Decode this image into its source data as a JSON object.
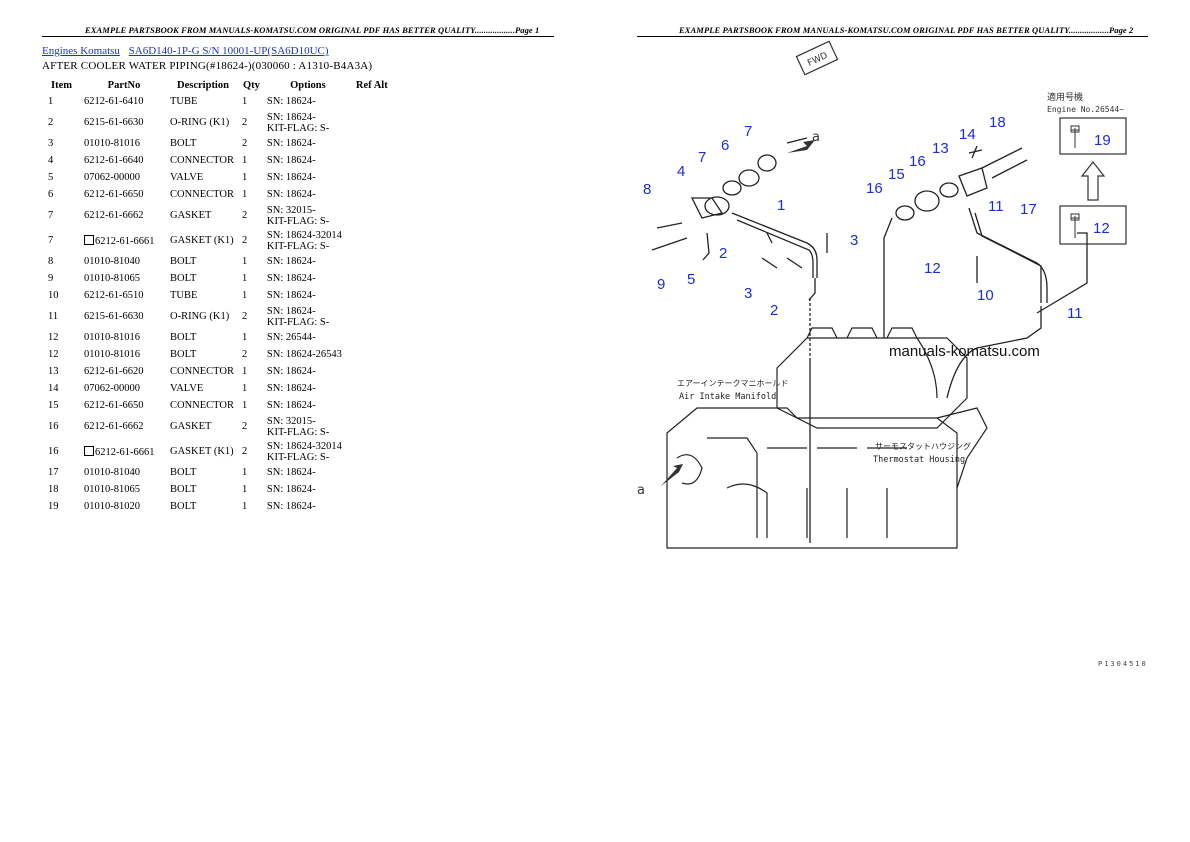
{
  "header": {
    "left": "EXAMPLE PARTSBOOK FROM MANUALS-KOMATSU.COM ORIGINAL PDF HAS BETTER QUALITY..................Page 1",
    "right": "EXAMPLE PARTSBOOK FROM MANUALS-KOMATSU.COM ORIGINAL PDF HAS BETTER QUALITY..................Page 2"
  },
  "breadcrumb": {
    "link1": "Engines Komatsu",
    "link2": "SA6D140-1P-G S/N 10001-UP(SA6D10UC)"
  },
  "subtitle": "AFTER COOLER WATER PIPING(#18624-)(030060 : A1310-B4A3A)",
  "table": {
    "columns": [
      "Item",
      "PartNo",
      "Description",
      "Qty",
      "Options",
      "Ref Alt"
    ],
    "rows": [
      {
        "item": "1",
        "part": "6212-61-6410",
        "desc": "TUBE",
        "qty": "1",
        "opt1": "SN: 18624-",
        "opt2": "",
        "boxed": false
      },
      {
        "item": "2",
        "part": "6215-61-6630",
        "desc": "O-RING (K1)",
        "qty": "2",
        "opt1": "SN: 18624-",
        "opt2": "KIT-FLAG: S-",
        "boxed": false
      },
      {
        "item": "3",
        "part": "01010-81016",
        "desc": "BOLT",
        "qty": "2",
        "opt1": "SN: 18624-",
        "opt2": "",
        "boxed": false
      },
      {
        "item": "4",
        "part": "6212-61-6640",
        "desc": "CONNECTOR",
        "qty": "1",
        "opt1": "SN: 18624-",
        "opt2": "",
        "boxed": false
      },
      {
        "item": "5",
        "part": "07062-00000",
        "desc": "VALVE",
        "qty": "1",
        "opt1": "SN: 18624-",
        "opt2": "",
        "boxed": false
      },
      {
        "item": "6",
        "part": "6212-61-6650",
        "desc": "CONNECTOR",
        "qty": "1",
        "opt1": "SN: 18624-",
        "opt2": "",
        "boxed": false
      },
      {
        "item": "7",
        "part": "6212-61-6662",
        "desc": "GASKET",
        "qty": "2",
        "opt1": "SN: 32015-",
        "opt2": "KIT-FLAG: S-",
        "boxed": false
      },
      {
        "item": "7",
        "part": "6212-61-6661",
        "desc": "GASKET (K1)",
        "qty": "2",
        "opt1": "SN: 18624-32014",
        "opt2": "KIT-FLAG: S-",
        "boxed": true
      },
      {
        "item": "8",
        "part": "01010-81040",
        "desc": "BOLT",
        "qty": "1",
        "opt1": "SN: 18624-",
        "opt2": "",
        "boxed": false
      },
      {
        "item": "9",
        "part": "01010-81065",
        "desc": "BOLT",
        "qty": "1",
        "opt1": "SN: 18624-",
        "opt2": "",
        "boxed": false
      },
      {
        "item": "10",
        "part": "6212-61-6510",
        "desc": "TUBE",
        "qty": "1",
        "opt1": "SN: 18624-",
        "opt2": "",
        "boxed": false
      },
      {
        "item": "11",
        "part": "6215-61-6630",
        "desc": "O-RING (K1)",
        "qty": "2",
        "opt1": "SN: 18624-",
        "opt2": "KIT-FLAG: S-",
        "boxed": false
      },
      {
        "item": "12",
        "part": "01010-81016",
        "desc": "BOLT",
        "qty": "1",
        "opt1": "SN: 26544-",
        "opt2": "",
        "boxed": false
      },
      {
        "item": "12",
        "part": "01010-81016",
        "desc": "BOLT",
        "qty": "2",
        "opt1": "SN: 18624-26543",
        "opt2": "",
        "boxed": false
      },
      {
        "item": "13",
        "part": "6212-61-6620",
        "desc": "CONNECTOR",
        "qty": "1",
        "opt1": "SN: 18624-",
        "opt2": "",
        "boxed": false
      },
      {
        "item": "14",
        "part": "07062-00000",
        "desc": "VALVE",
        "qty": "1",
        "opt1": "SN: 18624-",
        "opt2": "",
        "boxed": false
      },
      {
        "item": "15",
        "part": "6212-61-6650",
        "desc": "CONNECTOR",
        "qty": "1",
        "opt1": "SN: 18624-",
        "opt2": "",
        "boxed": false
      },
      {
        "item": "16",
        "part": "6212-61-6662",
        "desc": "GASKET",
        "qty": "2",
        "opt1": "SN: 32015-",
        "opt2": "KIT-FLAG: S-",
        "boxed": false
      },
      {
        "item": "16",
        "part": "6212-61-6661",
        "desc": "GASKET (K1)",
        "qty": "2",
        "opt1": "SN: 18624-32014",
        "opt2": "KIT-FLAG: S-",
        "boxed": true
      },
      {
        "item": "17",
        "part": "01010-81040",
        "desc": "BOLT",
        "qty": "1",
        "opt1": "SN: 18624-",
        "opt2": "",
        "boxed": false
      },
      {
        "item": "18",
        "part": "01010-81065",
        "desc": "BOLT",
        "qty": "1",
        "opt1": "SN: 18624-",
        "opt2": "",
        "boxed": false
      },
      {
        "item": "19",
        "part": "01010-81020",
        "desc": "BOLT",
        "qty": "1",
        "opt1": "SN: 18624-",
        "opt2": "",
        "boxed": false
      }
    ]
  },
  "diagram": {
    "watermark": "manuals-komatsu.com",
    "fwd_label": "FWD",
    "applicable_jp": "適用号機",
    "engine_no": "Engine No.26544~",
    "air_intake_jp": "エアーインテークマニホールド",
    "air_intake": "Air Intake Manifold",
    "thermostat_jp": "サーモスタットハウジング",
    "thermostat": "Thermostat Housing",
    "arrow_label": "a",
    "callouts": [
      "1",
      "2",
      "2",
      "3",
      "3",
      "4",
      "5",
      "6",
      "7",
      "7",
      "8",
      "9",
      "10",
      "11",
      "11",
      "12",
      "12",
      "13",
      "14",
      "15",
      "16",
      "16",
      "17",
      "18",
      "19"
    ],
    "page_ref": "P1304510"
  }
}
